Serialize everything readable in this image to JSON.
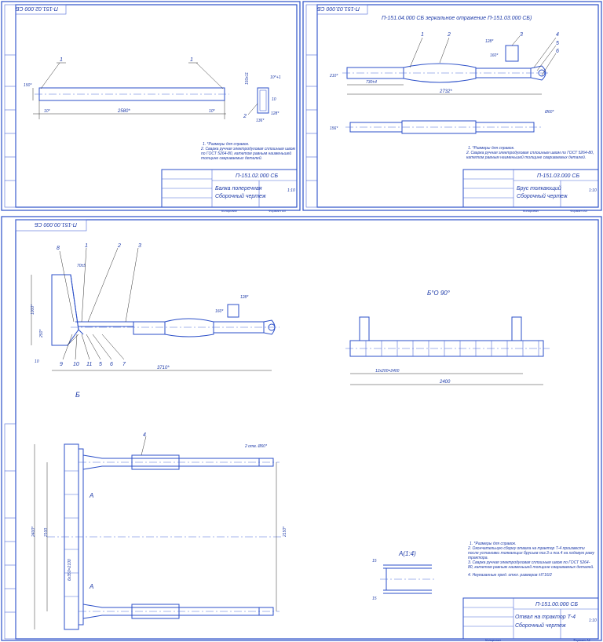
{
  "sheet1": {
    "stamp_code": "П-151.02.000 СБ",
    "title_code": "П-151.02.000 СБ",
    "title_name": "Балка поперечная",
    "title_sub": "Сборочный чертеж",
    "scale": "1:10",
    "callout_1a": "1",
    "callout_1b": "1",
    "callout_2": "2",
    "dim_length": "2580*",
    "dim_height": "150*",
    "dim_10_left": "10*",
    "dim_10_right": "10*",
    "dim_sect_h": "150x11",
    "dim_sect_w": "128*",
    "dim_sect_a": "10",
    "dim_sect_b": "136*",
    "dim_sect_c": "10^+1",
    "notes": [
      "1. *Размеры для справок.",
      "2. Сварка ручная электродуговая сплошным швом по ГОСТ 5264-80, катетом равным наименьшей толщине свариваемых деталей."
    ],
    "footer_copy": "Копировал",
    "footer_format": "Формат А3"
  },
  "sheet2": {
    "stamp_code": "П-151.03.000 СБ",
    "header_text": "П-151.04.000 СБ зеркальное отражение П-151.03.000 СБ)",
    "title_code": "П-151.03.000 СБ",
    "title_name": "Брус толкающий",
    "title_sub": "Сборочный чертеж",
    "scale": "1:10",
    "callouts": [
      "1",
      "2",
      "3",
      "4",
      "5",
      "6"
    ],
    "dim_total": "2732*",
    "dim_part": "730±4",
    "dim_sect": "128*",
    "dim_sect_h": "160*",
    "dim_h1": "210*",
    "dim_h2": "156*",
    "dim_d": "Ø60*",
    "notes": [
      "1. *Размеры для справок.",
      "2. Сварка ручная электродуговая сплошным швом по ГОСТ 5264-80, катетом равным наименьшей толщине свариваемых деталей."
    ],
    "footer_copy": "Копировал",
    "footer_format": "Формат А3"
  },
  "sheet3": {
    "stamp_code": "П-151.00.000 СБ",
    "title_code": "П-151.00.000 СБ",
    "title_name": "Отвал на трактор Т-4",
    "title_sub": "Сборочный чертеж",
    "scale": "1:10",
    "callouts_top": [
      "8",
      "1",
      "2",
      "3"
    ],
    "callouts_bottom": [
      "9",
      "10",
      "11",
      "5",
      "6",
      "7"
    ],
    "callout_10_left": "10",
    "callout_4": "4",
    "dim_length": "3710*",
    "dim_height": "1000*",
    "dim_250": "250*",
    "dim_70": "70±5",
    "dim_sect": "128*",
    "dim_sect_h": "160*",
    "label_b": "Б",
    "view_b": "Б°О 90°",
    "dim_2400": "2400",
    "dim_12x200": "12x200=2400",
    "dim_2_holes": "2 отв. Ø60*",
    "label_a1": "А",
    "label_a2": "А",
    "dim_2400v": "2400*",
    "dim_2100": "2100",
    "dim_2150": "2150*",
    "dim_6x350": "6x350=2100",
    "view_a": "А(1:4)",
    "dim_15a": "15",
    "dim_15b": "15",
    "notes": [
      "1. *Размеры для справок.",
      "2. Окончательную сборку отвала на трактор Т-4 произвести после установки толкающих брусьев поз.3 и поз.4 на ходовую раму трактора.",
      "3. Сварка ручная электродуговая сплошным швом по ГОСТ 5264-80, катетом равным наименьшей толщине свариваемых деталей.",
      "4. Неуказанные пред. откл. размеров ±IT16/2"
    ],
    "footer_copy": "Копировал",
    "footer_format": "Формат А1"
  },
  "colors": {
    "line": "#2b4fc8",
    "text": "#1d3aa8"
  }
}
